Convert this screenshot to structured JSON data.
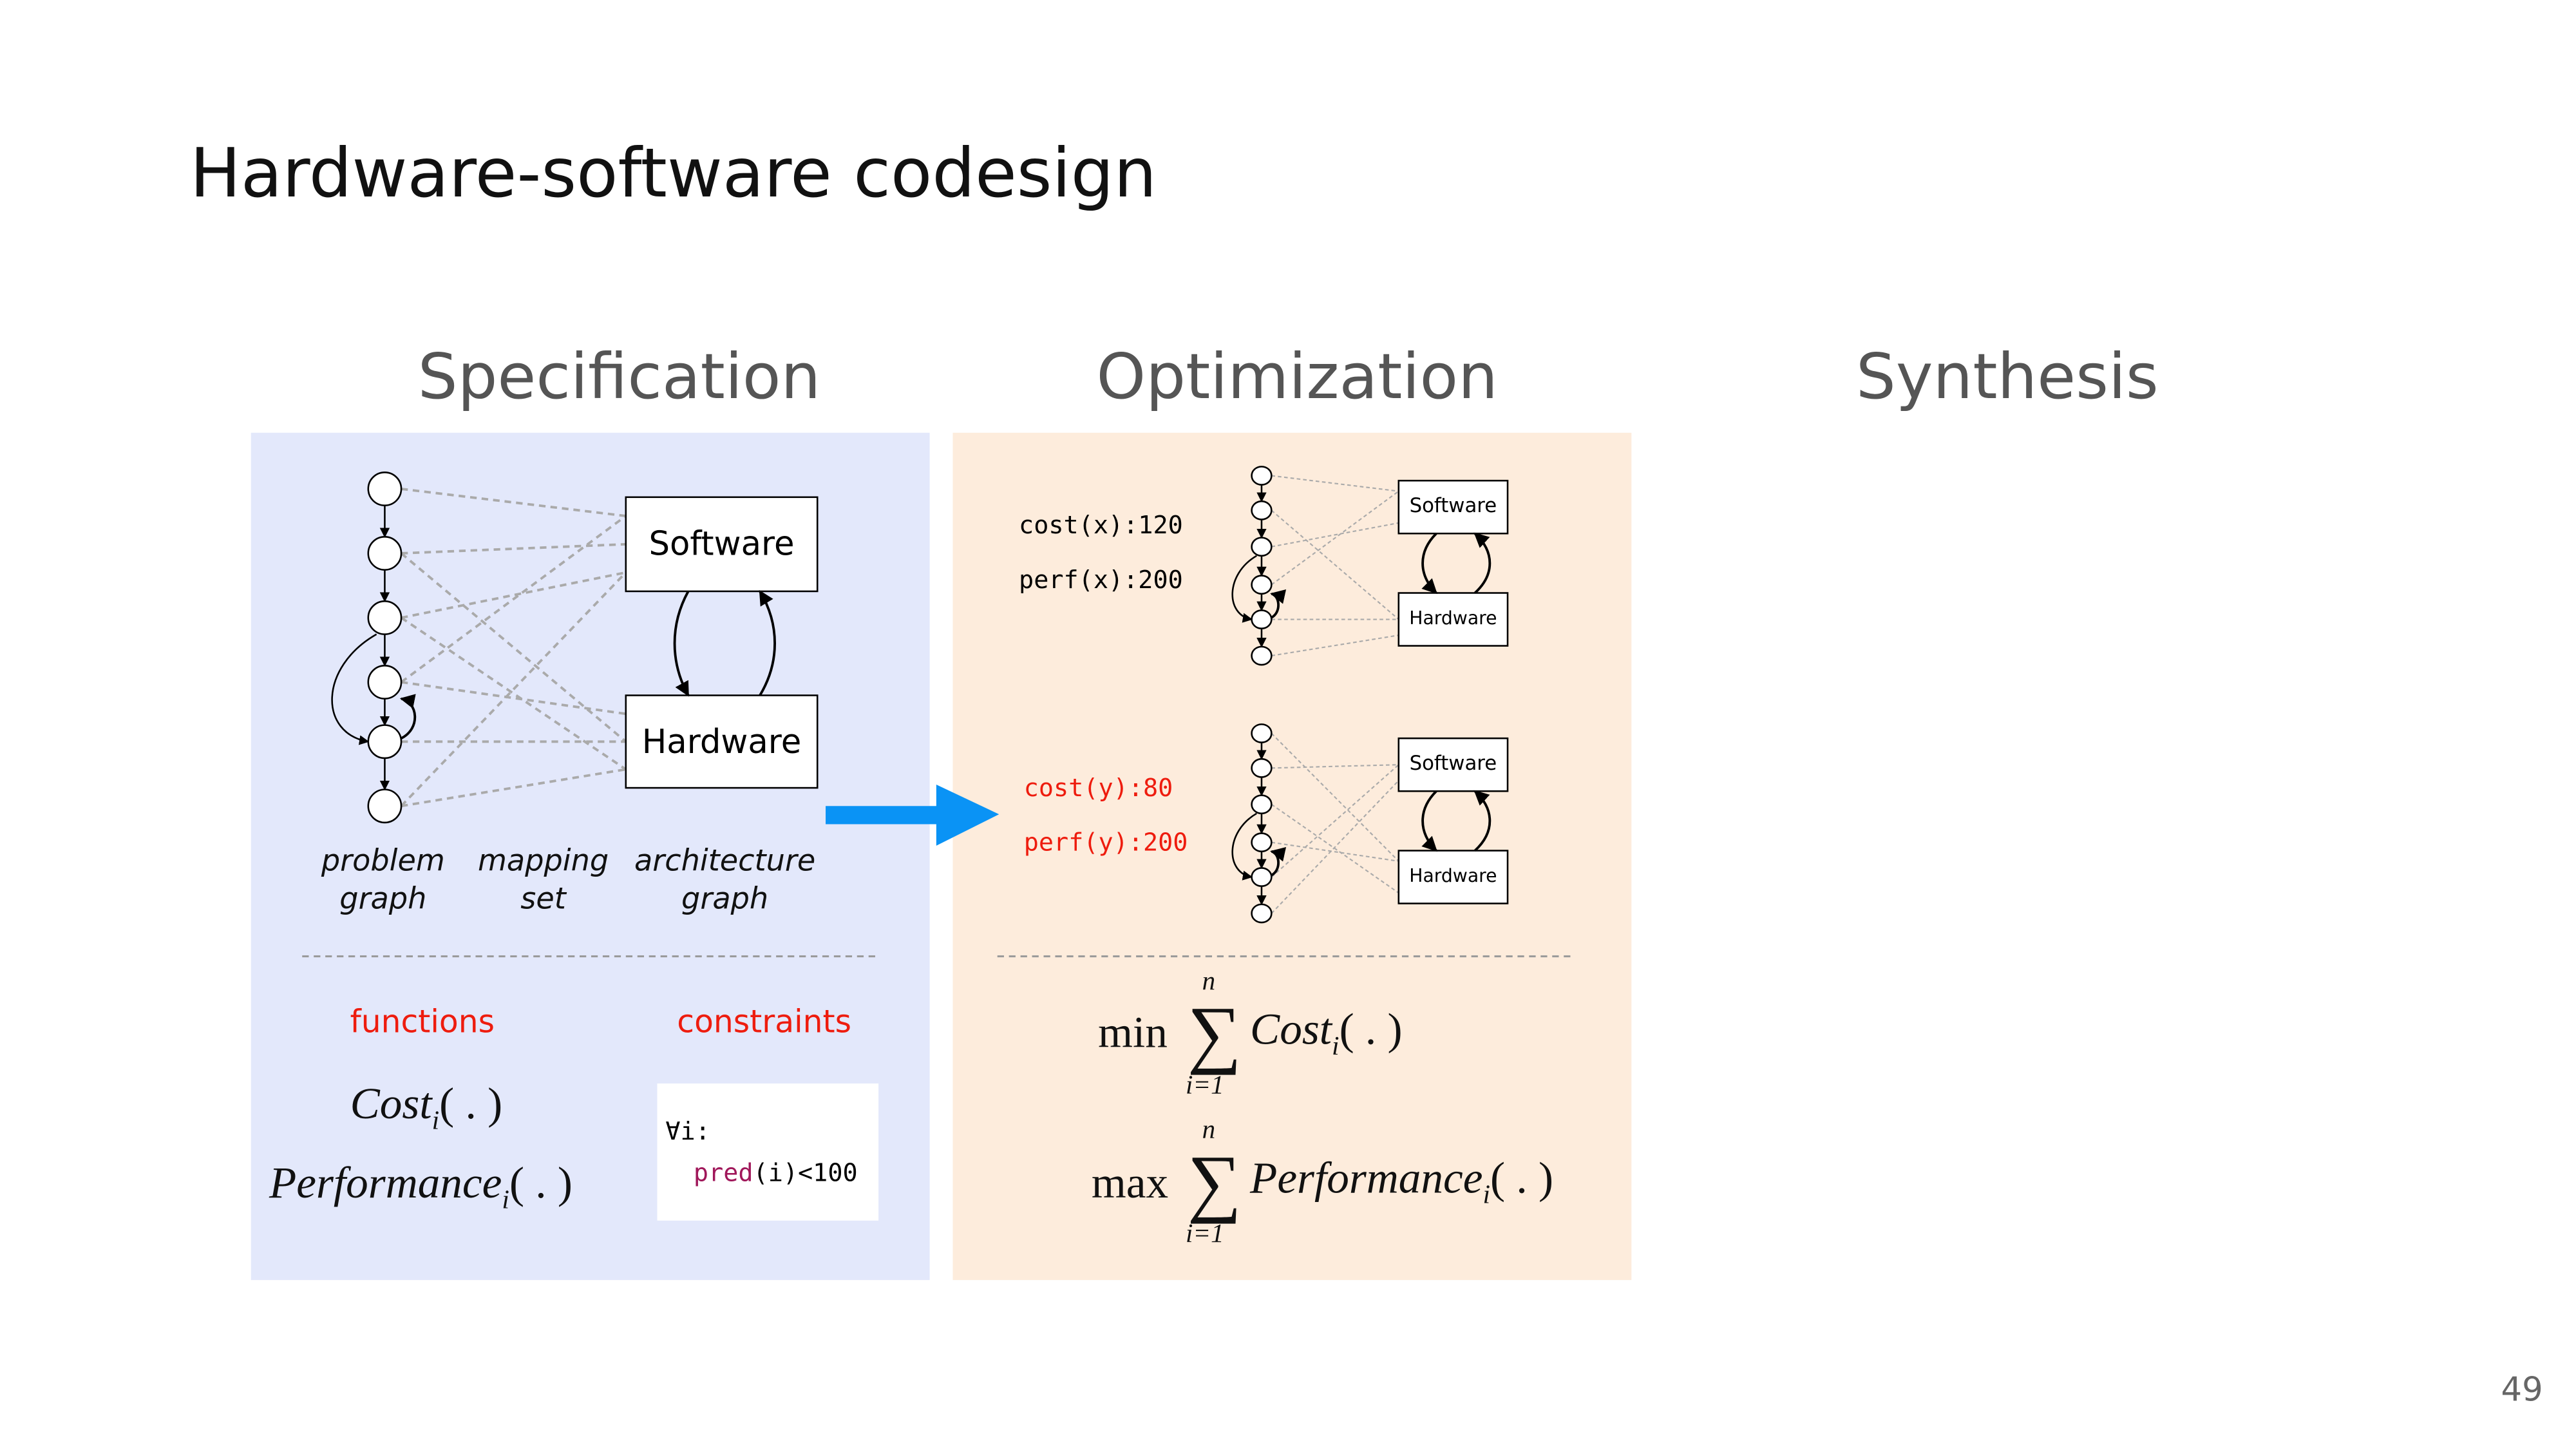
{
  "slide": {
    "title": "Hardware-software codesign",
    "page_number": "49"
  },
  "columns": {
    "specification": "Specification",
    "optimization": "Optimization",
    "synthesis": "Synthesis"
  },
  "spec": {
    "graph": {
      "software": "Software",
      "hardware": "Hardware"
    },
    "labels": {
      "problem_1": "problem",
      "problem_2": "graph",
      "mapping_1": "mapping",
      "mapping_2": "set",
      "arch_1": "architecture",
      "arch_2": "graph"
    },
    "functions_heading": "functions",
    "constraints_heading": "constraints",
    "cost_fn": "Cost",
    "perf_fn": "Performance",
    "subscript": "i",
    "args": "( . )",
    "constraint_line1": "∀i:",
    "constraint_keyword": "pred",
    "constraint_rest": "(i)<100"
  },
  "opt": {
    "x": {
      "cost": "cost(x):120",
      "perf": "perf(x):200"
    },
    "y": {
      "cost": "cost(y):80",
      "perf": "perf(y):200"
    },
    "graph": {
      "software": "Software",
      "hardware": "Hardware"
    },
    "min": "min",
    "max": "max",
    "sum": "∑",
    "upper": "n",
    "lower": "i=1",
    "cost_fn": "Cost",
    "perf_fn": "Performance",
    "subscript": "i",
    "args": "( . )"
  },
  "colors": {
    "accent_arrow": "#0a93f5",
    "red": "#ee1c0e",
    "spec_bg": "#e3e8fb",
    "opt_bg": "#fdecdc",
    "keyword": "#a0175a"
  }
}
